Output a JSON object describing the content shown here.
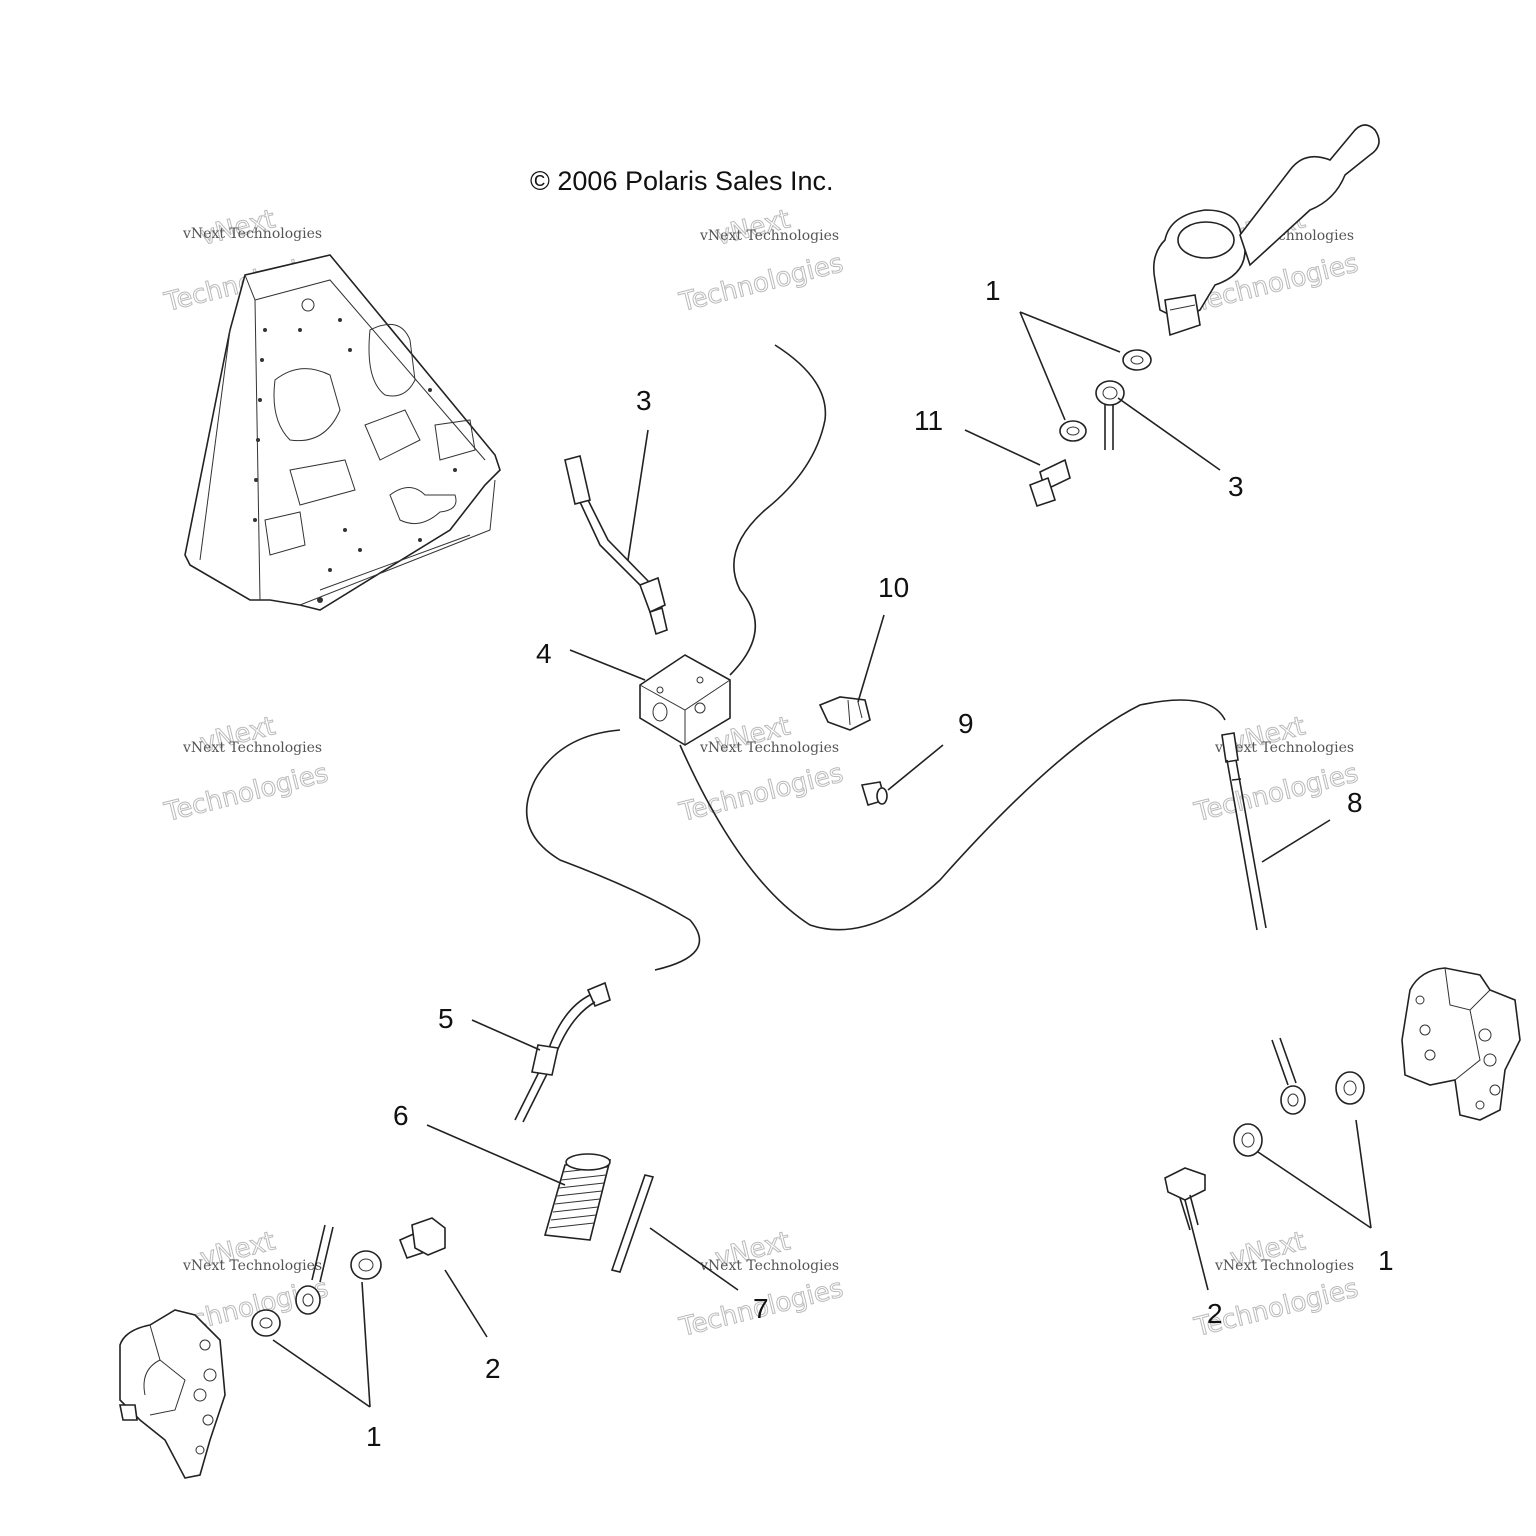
{
  "copyright": "© 2006 Polaris Sales Inc.",
  "watermark": {
    "line1": "vNext Technologies",
    "line2": "vNext",
    "line3": "Technologies"
  },
  "callouts": [
    "1",
    "3",
    "11",
    "3",
    "10",
    "4",
    "9",
    "8",
    "5",
    "6",
    "7",
    "2",
    "1",
    "2",
    "1"
  ]
}
